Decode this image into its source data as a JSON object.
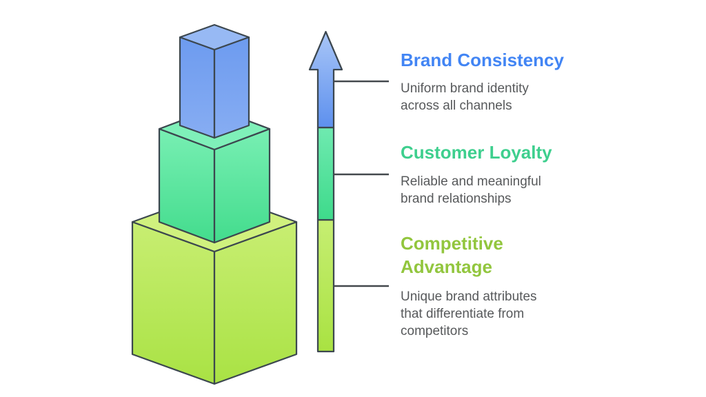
{
  "colors": {
    "background": "#ffffff",
    "outline": "#3c474f",
    "tick": "#43484d",
    "body_text": "#57595b"
  },
  "sections": [
    {
      "title": "Brand Consistency",
      "title_color": "#4285f4",
      "body_lines": [
        "Uniform brand identity",
        "across all channels"
      ]
    },
    {
      "title": "Customer Loyalty",
      "title_color": "#3ecf8e",
      "body_lines": [
        "Reliable and meaningful",
        "brand relationships"
      ]
    },
    {
      "title": "Competitive Advantage",
      "title_color": "#92c63e",
      "body_lines": [
        "Unique brand attributes",
        "that differentiate from",
        "competitors"
      ]
    }
  ],
  "diagram": {
    "type": "stacked-3d-blocks",
    "levels": [
      {
        "name": "Competitive Advantage",
        "position": "bottom",
        "top_face": "#d0f17e",
        "grad_top": "#c8ee72",
        "grad_bottom": "#a9e244"
      },
      {
        "name": "Customer Loyalty",
        "position": "middle",
        "top_face": "#7ff0b9",
        "grad_top": "#78efb3",
        "grad_bottom": "#43dc8d"
      },
      {
        "name": "Brand Consistency",
        "position": "top",
        "top_face": "#97b9f4",
        "grad_top": "#6d9bef",
        "grad_bottom": "#87adf3"
      }
    ],
    "arrow": {
      "direction": "up",
      "segments": [
        {
          "name": "competitive-advantage",
          "grad_top": "#c6ee72",
          "grad_bottom": "#a9e242"
        },
        {
          "name": "customer-loyalty",
          "grad_top": "#6feab0",
          "grad_bottom": "#3eda8b"
        },
        {
          "name": "brand-consistency",
          "grad_top": "#a9c6f7",
          "grad_bottom": "#5d90ee"
        }
      ]
    }
  }
}
